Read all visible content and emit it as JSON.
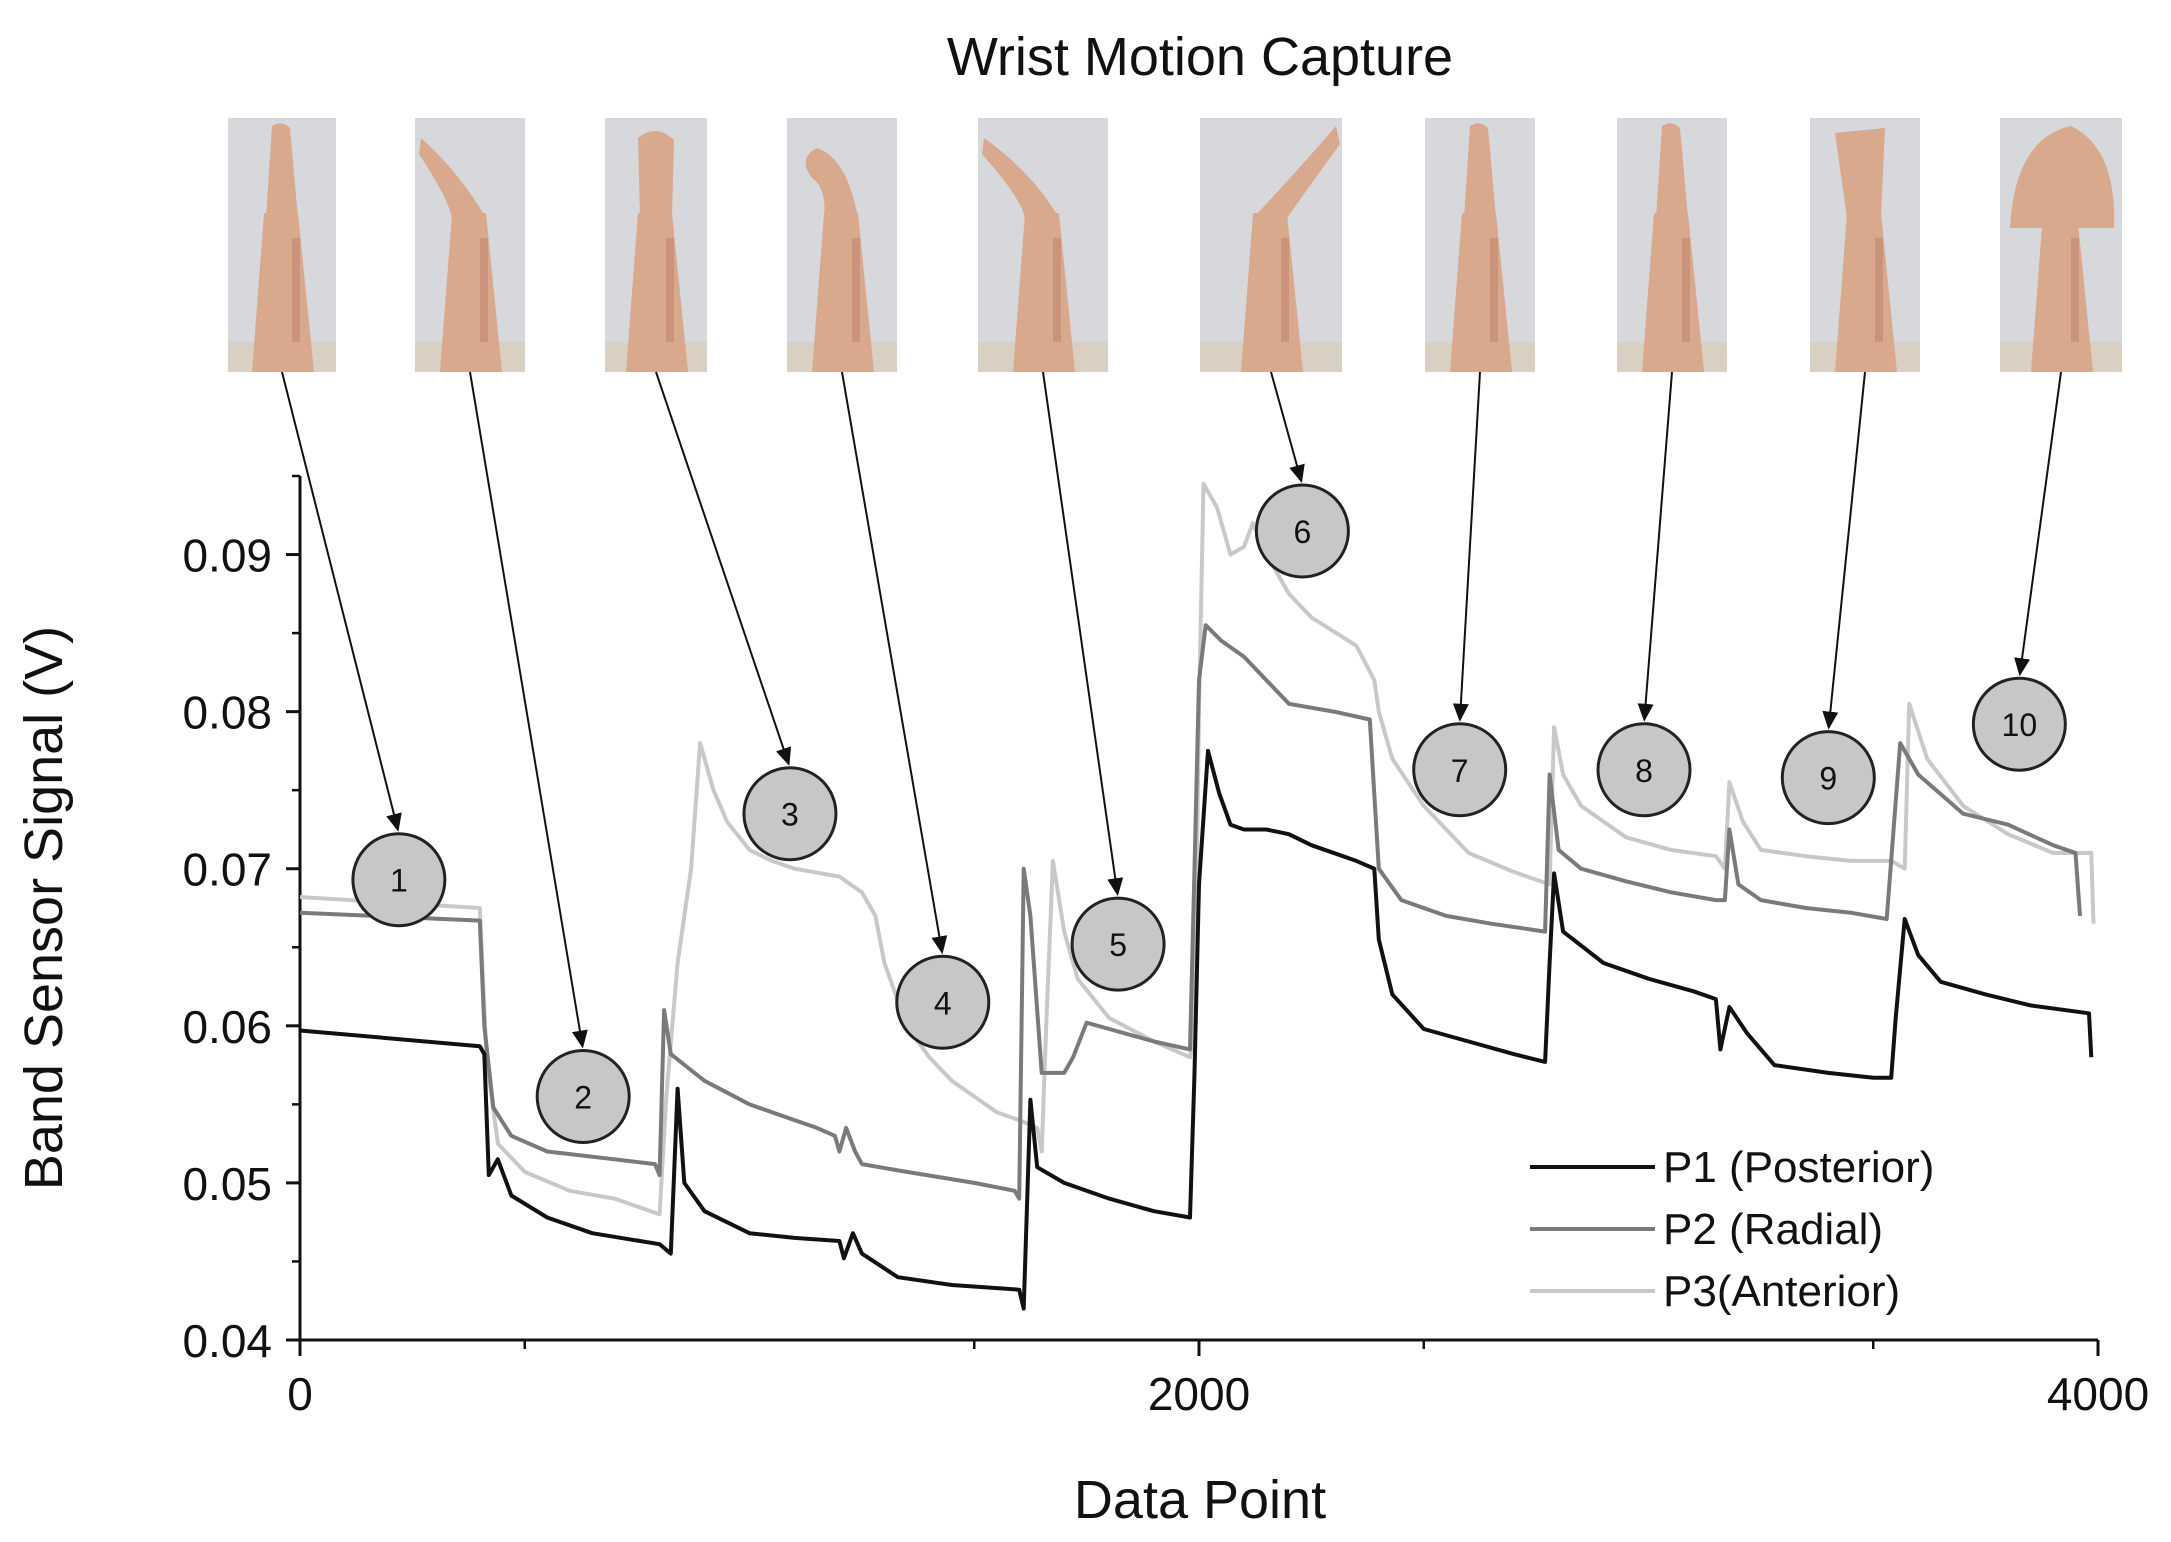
{
  "chart_data": {
    "type": "line",
    "title": "Wrist Motion Capture",
    "xlabel": "Data Point",
    "ylabel": "Band Sensor Signal (V)",
    "xlim": [
      0,
      4000
    ],
    "ylim": [
      0.04,
      0.095
    ],
    "x_ticks": [
      0,
      2000,
      4000
    ],
    "x_tick_labels": [
      "0",
      "2000",
      "4000"
    ],
    "y_ticks": [
      0.04,
      0.05,
      0.06,
      0.07,
      0.08,
      0.09
    ],
    "y_tick_labels": [
      "0.04",
      "0.05",
      "0.06",
      "0.07",
      "0.08",
      "0.09"
    ],
    "grid": false,
    "legend_position": "bottom-right",
    "series": [
      {
        "name": "P1 (Posterior)",
        "color": "#111111",
        "points": [
          [
            0,
            0.0597
          ],
          [
            400,
            0.0587
          ],
          [
            410,
            0.0582
          ],
          [
            420,
            0.0505
          ],
          [
            440,
            0.0515
          ],
          [
            470,
            0.0492
          ],
          [
            550,
            0.0478
          ],
          [
            650,
            0.0468
          ],
          [
            800,
            0.0461
          ],
          [
            825,
            0.0455
          ],
          [
            840,
            0.056
          ],
          [
            855,
            0.05
          ],
          [
            900,
            0.0482
          ],
          [
            1000,
            0.0468
          ],
          [
            1100,
            0.0465
          ],
          [
            1200,
            0.0463
          ],
          [
            1210,
            0.0452
          ],
          [
            1230,
            0.0468
          ],
          [
            1250,
            0.0455
          ],
          [
            1330,
            0.044
          ],
          [
            1450,
            0.0435
          ],
          [
            1600,
            0.0432
          ],
          [
            1610,
            0.042
          ],
          [
            1625,
            0.0553
          ],
          [
            1640,
            0.051
          ],
          [
            1700,
            0.05
          ],
          [
            1800,
            0.049
          ],
          [
            1900,
            0.0482
          ],
          [
            1980,
            0.0478
          ],
          [
            1990,
            0.057
          ],
          [
            2000,
            0.069
          ],
          [
            2020,
            0.0775
          ],
          [
            2045,
            0.0748
          ],
          [
            2070,
            0.0728
          ],
          [
            2100,
            0.0725
          ],
          [
            2150,
            0.0725
          ],
          [
            2200,
            0.0722
          ],
          [
            2250,
            0.0715
          ],
          [
            2350,
            0.0705
          ],
          [
            2390,
            0.07
          ],
          [
            2400,
            0.0655
          ],
          [
            2430,
            0.062
          ],
          [
            2500,
            0.0598
          ],
          [
            2600,
            0.059
          ],
          [
            2700,
            0.0582
          ],
          [
            2770,
            0.0577
          ],
          [
            2780,
            0.064
          ],
          [
            2790,
            0.0697
          ],
          [
            2810,
            0.066
          ],
          [
            2900,
            0.064
          ],
          [
            3000,
            0.063
          ],
          [
            3100,
            0.0622
          ],
          [
            3150,
            0.0617
          ],
          [
            3160,
            0.0585
          ],
          [
            3180,
            0.0612
          ],
          [
            3220,
            0.0595
          ],
          [
            3280,
            0.0575
          ],
          [
            3400,
            0.057
          ],
          [
            3500,
            0.0567
          ],
          [
            3540,
            0.0567
          ],
          [
            3550,
            0.0605
          ],
          [
            3570,
            0.0668
          ],
          [
            3600,
            0.0645
          ],
          [
            3650,
            0.0628
          ],
          [
            3750,
            0.062
          ],
          [
            3850,
            0.0613
          ],
          [
            3980,
            0.0608
          ],
          [
            3985,
            0.058
          ]
        ]
      },
      {
        "name": "P2 (Radial)",
        "color": "#7a7a7a",
        "points": [
          [
            0,
            0.0672
          ],
          [
            400,
            0.0667
          ],
          [
            410,
            0.06
          ],
          [
            430,
            0.0548
          ],
          [
            470,
            0.053
          ],
          [
            550,
            0.052
          ],
          [
            700,
            0.0515
          ],
          [
            790,
            0.0512
          ],
          [
            800,
            0.0505
          ],
          [
            810,
            0.061
          ],
          [
            825,
            0.0582
          ],
          [
            900,
            0.0565
          ],
          [
            1000,
            0.055
          ],
          [
            1100,
            0.054
          ],
          [
            1150,
            0.0535
          ],
          [
            1190,
            0.053
          ],
          [
            1200,
            0.052
          ],
          [
            1215,
            0.0535
          ],
          [
            1235,
            0.052
          ],
          [
            1250,
            0.0512
          ],
          [
            1350,
            0.0507
          ],
          [
            1500,
            0.05
          ],
          [
            1590,
            0.0495
          ],
          [
            1600,
            0.049
          ],
          [
            1610,
            0.07
          ],
          [
            1625,
            0.067
          ],
          [
            1650,
            0.057
          ],
          [
            1700,
            0.057
          ],
          [
            1720,
            0.058
          ],
          [
            1750,
            0.0602
          ],
          [
            1800,
            0.0598
          ],
          [
            1900,
            0.059
          ],
          [
            1980,
            0.0585
          ],
          [
            1990,
            0.07
          ],
          [
            2000,
            0.082
          ],
          [
            2015,
            0.0855
          ],
          [
            2050,
            0.0845
          ],
          [
            2100,
            0.0835
          ],
          [
            2150,
            0.082
          ],
          [
            2200,
            0.0805
          ],
          [
            2300,
            0.08
          ],
          [
            2380,
            0.0795
          ],
          [
            2400,
            0.07
          ],
          [
            2450,
            0.068
          ],
          [
            2550,
            0.067
          ],
          [
            2650,
            0.0665
          ],
          [
            2770,
            0.066
          ],
          [
            2780,
            0.076
          ],
          [
            2800,
            0.0712
          ],
          [
            2850,
            0.07
          ],
          [
            2950,
            0.0692
          ],
          [
            3050,
            0.0685
          ],
          [
            3150,
            0.068
          ],
          [
            3170,
            0.068
          ],
          [
            3180,
            0.0725
          ],
          [
            3200,
            0.069
          ],
          [
            3250,
            0.068
          ],
          [
            3350,
            0.0675
          ],
          [
            3450,
            0.0672
          ],
          [
            3530,
            0.0668
          ],
          [
            3560,
            0.078
          ],
          [
            3600,
            0.076
          ],
          [
            3700,
            0.0735
          ],
          [
            3800,
            0.0728
          ],
          [
            3900,
            0.0715
          ],
          [
            3950,
            0.071
          ],
          [
            3960,
            0.067
          ]
        ]
      },
      {
        "name": "P3(Anterior)",
        "color": "#c8c8c8",
        "points": [
          [
            0,
            0.0682
          ],
          [
            400,
            0.0675
          ],
          [
            415,
            0.058
          ],
          [
            440,
            0.0525
          ],
          [
            500,
            0.0507
          ],
          [
            600,
            0.0495
          ],
          [
            700,
            0.049
          ],
          [
            800,
            0.048
          ],
          [
            815,
            0.0555
          ],
          [
            840,
            0.064
          ],
          [
            870,
            0.07
          ],
          [
            890,
            0.078
          ],
          [
            920,
            0.075
          ],
          [
            950,
            0.073
          ],
          [
            1000,
            0.0712
          ],
          [
            1050,
            0.0705
          ],
          [
            1100,
            0.07
          ],
          [
            1200,
            0.0695
          ],
          [
            1250,
            0.0685
          ],
          [
            1280,
            0.067
          ],
          [
            1300,
            0.064
          ],
          [
            1350,
            0.06
          ],
          [
            1400,
            0.058
          ],
          [
            1450,
            0.0565
          ],
          [
            1500,
            0.0555
          ],
          [
            1550,
            0.0545
          ],
          [
            1600,
            0.054
          ],
          [
            1640,
            0.0535
          ],
          [
            1650,
            0.052
          ],
          [
            1660,
            0.06
          ],
          [
            1675,
            0.0705
          ],
          [
            1700,
            0.066
          ],
          [
            1730,
            0.063
          ],
          [
            1800,
            0.0605
          ],
          [
            1900,
            0.059
          ],
          [
            1980,
            0.058
          ],
          [
            1990,
            0.06
          ],
          [
            2000,
            0.08
          ],
          [
            2010,
            0.0945
          ],
          [
            2040,
            0.093
          ],
          [
            2070,
            0.09
          ],
          [
            2100,
            0.0905
          ],
          [
            2120,
            0.092
          ],
          [
            2150,
            0.09
          ],
          [
            2200,
            0.0875
          ],
          [
            2250,
            0.086
          ],
          [
            2350,
            0.0842
          ],
          [
            2390,
            0.082
          ],
          [
            2400,
            0.08
          ],
          [
            2430,
            0.077
          ],
          [
            2500,
            0.074
          ],
          [
            2600,
            0.071
          ],
          [
            2700,
            0.0698
          ],
          [
            2780,
            0.069
          ],
          [
            2790,
            0.079
          ],
          [
            2810,
            0.076
          ],
          [
            2850,
            0.074
          ],
          [
            2950,
            0.072
          ],
          [
            3050,
            0.0712
          ],
          [
            3150,
            0.0708
          ],
          [
            3170,
            0.07
          ],
          [
            3180,
            0.0755
          ],
          [
            3210,
            0.073
          ],
          [
            3250,
            0.0712
          ],
          [
            3350,
            0.0708
          ],
          [
            3450,
            0.0705
          ],
          [
            3540,
            0.0705
          ],
          [
            3570,
            0.07
          ],
          [
            3580,
            0.0805
          ],
          [
            3620,
            0.077
          ],
          [
            3700,
            0.074
          ],
          [
            3800,
            0.0722
          ],
          [
            3900,
            0.071
          ],
          [
            3985,
            0.071
          ],
          [
            3990,
            0.0665
          ]
        ]
      }
    ],
    "annotations": [
      {
        "label": "1",
        "x": 220,
        "y": 0.0693
      },
      {
        "label": "2",
        "x": 630,
        "y": 0.0555
      },
      {
        "label": "3",
        "x": 1090,
        "y": 0.0735
      },
      {
        "label": "4",
        "x": 1430,
        "y": 0.0615
      },
      {
        "label": "5",
        "x": 1820,
        "y": 0.0652
      },
      {
        "label": "6",
        "x": 2230,
        "y": 0.0915
      },
      {
        "label": "7",
        "x": 2580,
        "y": 0.0763
      },
      {
        "label": "8",
        "x": 2990,
        "y": 0.0763
      },
      {
        "label": "9",
        "x": 3400,
        "y": 0.0758
      },
      {
        "label": "10",
        "x": 3825,
        "y": 0.0792
      }
    ],
    "motion_photos": [
      {
        "label": "1",
        "pose": "upright"
      },
      {
        "label": "2",
        "pose": "flexion"
      },
      {
        "label": "3",
        "pose": "fist"
      },
      {
        "label": "4",
        "pose": "fist-flexed"
      },
      {
        "label": "5",
        "pose": "flexion"
      },
      {
        "label": "6",
        "pose": "extension"
      },
      {
        "label": "7",
        "pose": "upright"
      },
      {
        "label": "8",
        "pose": "upright"
      },
      {
        "label": "9",
        "pose": "palm"
      },
      {
        "label": "10",
        "pose": "cupped"
      }
    ]
  }
}
